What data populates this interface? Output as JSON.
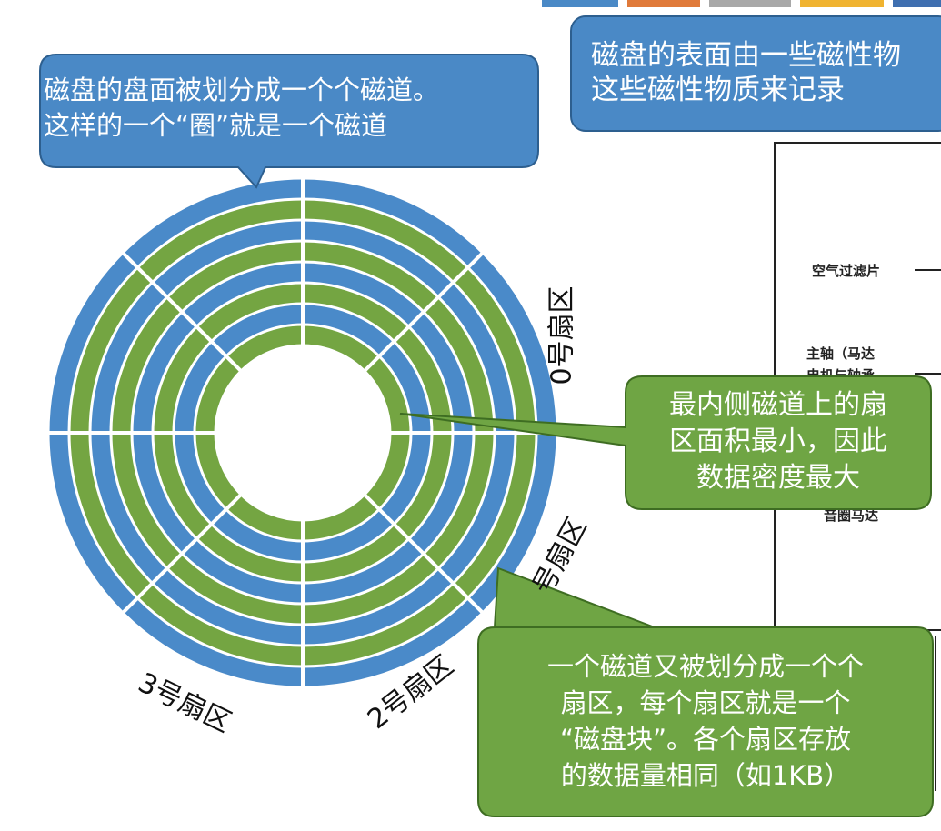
{
  "colors": {
    "blue_track": "#4a8ac9",
    "green_track": "#74a542",
    "callout_blue": "#4a89c6",
    "callout_green": "#6fa544",
    "border_dark": "#2d5f8f",
    "border_green": "#3e6d22"
  },
  "callouts": {
    "top_right": "磁盘的表面由一些磁性物\n这些磁性物质来记录",
    "track": "磁盘的盘面被划分成一个个磁道。\n这样的一个“圈”就是一个磁道",
    "inner_sector": "最内侧磁道上的扇\n区面积最小，因此\n数据密度最大",
    "sector": "一个磁道又被划分成一个个\n扇区，每个扇区就是一个\n“磁盘块”。各个扇区存放\n的数据量相同（如1KB）"
  },
  "sector_labels": {
    "s0": "0号扇区",
    "s1": "号扇区",
    "s2": "2号扇区",
    "s3": "3号扇区"
  },
  "panel": {
    "air_filter": "空气过滤片",
    "spindle": "主轴（马达",
    "spindle_partial": "电机与轴承",
    "voice_coil": "音圈马达"
  }
}
